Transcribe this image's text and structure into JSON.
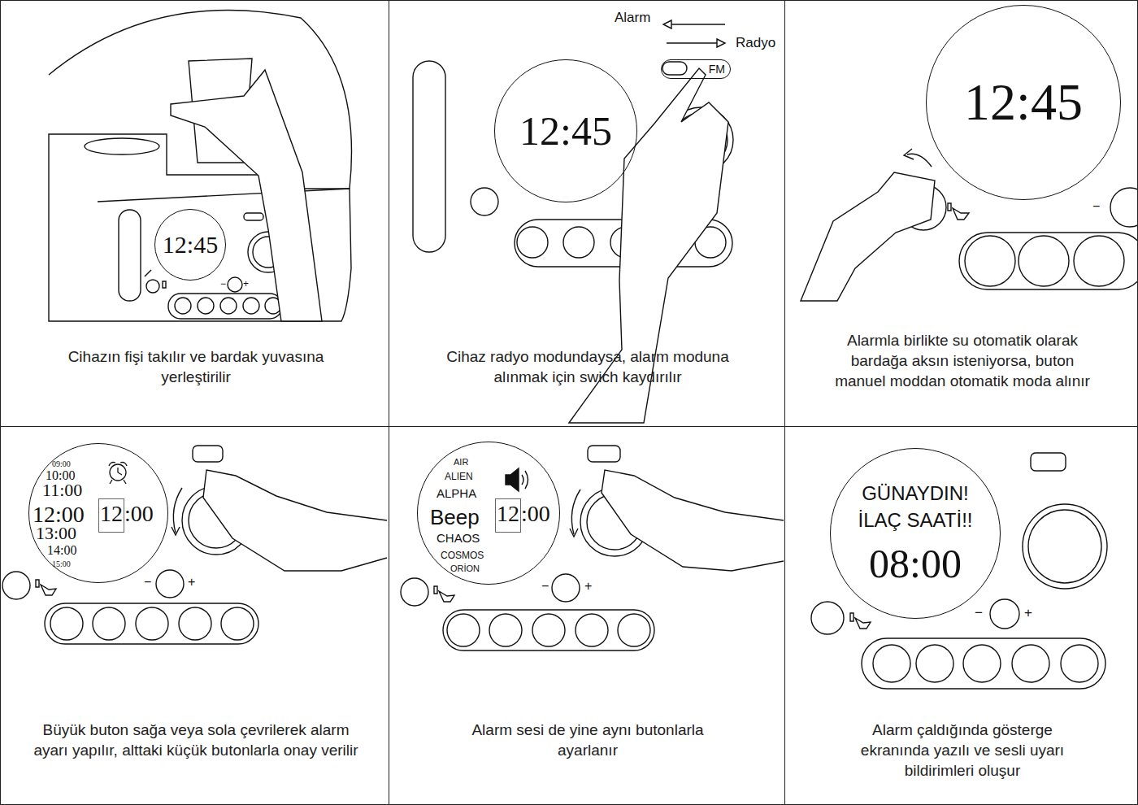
{
  "diagram": {
    "nodes": [
      {
        "text": [
          "Cihazın fişi takılır ve bardak yuvasına yerleştirilir"
        ]
      },
      {
        "text": [
          "12:45"
        ],
        "in": 0
      },
      {
        "text": [
          "Cihaz radyo modundaysa, alarm moduna alınmak için swich kaydırılır"
        ]
      },
      {
        "text": [
          "12:45"
        ],
        "in": 2
      },
      {
        "text": [
          "FM"
        ],
        "in": 2
      },
      {
        "text": [
          "Alarmla birlikte su otomatik olarak bardağa aksın isteniyorsa, buton manuel moddan otomatik moda alınır"
        ]
      },
      {
        "text": [
          "12:45"
        ],
        "in": 5
      },
      {
        "text": [
          "Büyük buton sağa veya sola çevrilerek alarm ayarı yapılır, alttaki küçük butonlarla onay verilir"
        ]
      },
      {
        "text": [
          "09:00",
          "10:00",
          "11:00",
          "12:00",
          "13:00",
          "14:00",
          "15:00",
          ":00"
        ],
        "in": 7
      },
      {
        "text": [
          "12"
        ],
        "in": 8
      },
      {
        "text": [
          "Alarm sesi de yine aynı butonlarla ayarlanır"
        ]
      },
      {
        "text": [
          "AIR",
          "ALIEN",
          "ALPHA",
          "Beep",
          "CHAOS",
          "COSMOS",
          "ORİON",
          ":00"
        ],
        "in": 10
      },
      {
        "text": [
          "12"
        ],
        "in": 11
      },
      {
        "text": [
          "Alarm çaldığında gösterge ekranında yazılı ve sesli uyarı bildirimleri oluşur"
        ]
      },
      {
        "text": [
          "GÜNAYDIN!",
          "İLAÇ SAATİ!!",
          "08:00"
        ],
        "in": 13
      }
    ],
    "labels": [
      "−",
      "+",
      "Alarm",
      "Radyo",
      "−",
      "−",
      "+",
      "−",
      "+",
      "−",
      "+"
    ]
  }
}
